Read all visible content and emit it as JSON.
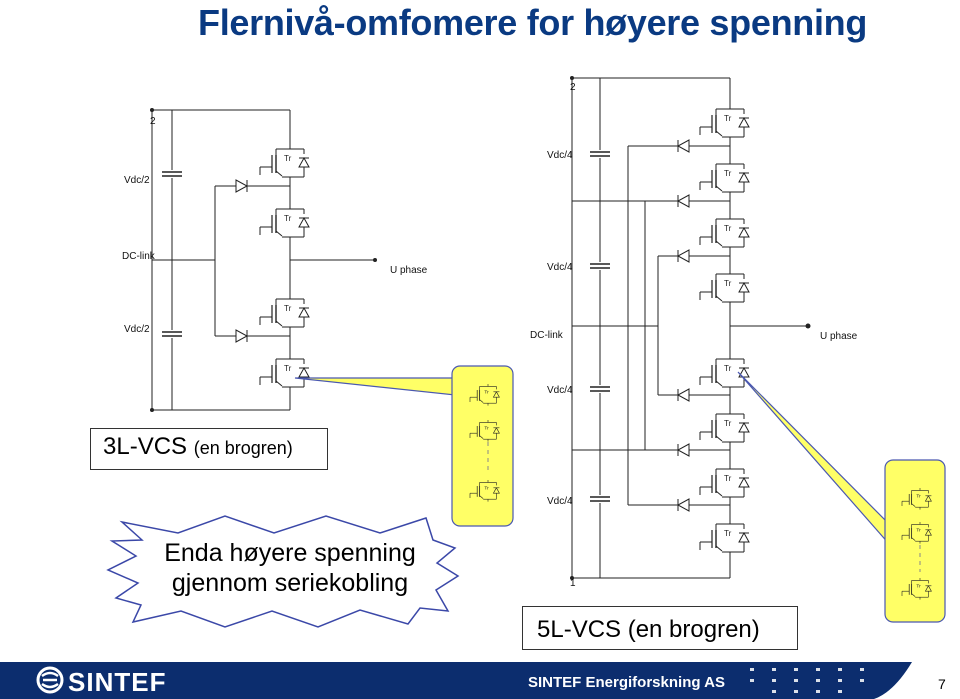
{
  "slide": {
    "title": "Flernivå-omfomere for høyere spenning",
    "page_number": "7"
  },
  "three_level": {
    "caption_main": "3L-VCS",
    "caption_sub": "(en brogren)",
    "labels": {
      "node_top": "2",
      "vdc_top": "Vdc/2",
      "dc_link": "DC-link",
      "vdc_bottom": "Vdc/2",
      "output": "U phase"
    }
  },
  "five_level": {
    "caption": "5L-VCS (en brogren)",
    "labels": {
      "node_top": "2",
      "vdc_1": "Vdc/4",
      "vdc_2": "Vdc/4",
      "dc_link": "DC-link",
      "vdc_3": "Vdc/4",
      "vdc_4": "Vdc/4",
      "node_bottom": "1",
      "output": "U phase"
    }
  },
  "callout": {
    "line1": "Enda høyere spenning",
    "line2": "gjennom seriekobling"
  },
  "footer": {
    "logo": "SINTEF",
    "organization": "SINTEF Energiforskning AS"
  },
  "colors": {
    "title": "#0a3a82",
    "footer_bar": "#0c2d6e",
    "callout_fill": "#ffff66",
    "callout_border": "#4a58b0"
  }
}
